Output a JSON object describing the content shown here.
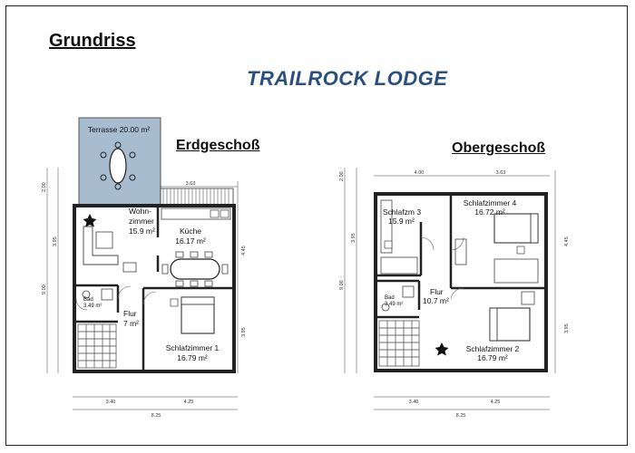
{
  "header": {
    "title": "Grundriss",
    "lodge_name": "TRAILROCK LODGE"
  },
  "floors": {
    "ground": {
      "label": "Erdgeschoß",
      "rooms": {
        "terrace": "Terrasse 20.00 m²",
        "living_1": "Wohn-",
        "living_2": "zimmer",
        "living_3": "15.9 m²",
        "kitchen_1": "Küche",
        "kitchen_2": "16.17 m²",
        "bath_1": "Bad",
        "bath_2": "3.49 m²",
        "hall_1": "Flur",
        "hall_2": "7 m²",
        "bed1_1": "Schlafzimmer 1",
        "bed1_2": "16.79 m²"
      },
      "dims": {
        "top": "3.63",
        "h1": "2.00",
        "h2": "3.95",
        "h3": "9.00",
        "h4": "4.45",
        "h5": "3.95",
        "b1": "3.40",
        "b2": "4.25",
        "b3": "8.25"
      }
    },
    "upper": {
      "label": "Obergeschoß",
      "rooms": {
        "bed3_1": "Schlafzm 3",
        "bed3_2": "15.9 m²",
        "bed4_1": "Schlafzimmer 4",
        "bed4_2": "16.72 m²",
        "bath_1": "Bad",
        "bath_2": "3.49 m²",
        "hall_1": "Flur",
        "hall_2": "10.7 m²",
        "bed2_1": "Schlafzimmer 2",
        "bed2_2": "16.79 m²"
      },
      "dims": {
        "t1": "4.00",
        "t2": "3.63",
        "h1": "2.00",
        "h2": "3.95",
        "h3": "9.00",
        "h4": "4.45",
        "h5": "3.95",
        "b1": "3.40",
        "b2": "4.25",
        "b3": "8.25"
      }
    }
  }
}
